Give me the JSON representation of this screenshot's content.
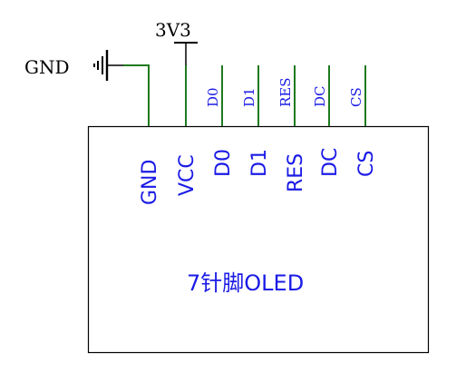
{
  "power": {
    "supply_label": "3V3",
    "ground_label": "GND"
  },
  "chip": {
    "name": "7针脚OLED"
  },
  "pins": [
    {
      "name": "GND",
      "net": ""
    },
    {
      "name": "VCC",
      "net": ""
    },
    {
      "name": "D0",
      "net": "D0"
    },
    {
      "name": "D1",
      "net": "D1"
    },
    {
      "name": "RES",
      "net": "RES"
    },
    {
      "name": "DC",
      "net": "DC"
    },
    {
      "name": "CS",
      "net": "CS"
    }
  ],
  "colors": {
    "wire": "#1e7a1e",
    "pin_label": "#1a1ae6",
    "net_label": "#1a1ae6",
    "outline": "#000000"
  }
}
